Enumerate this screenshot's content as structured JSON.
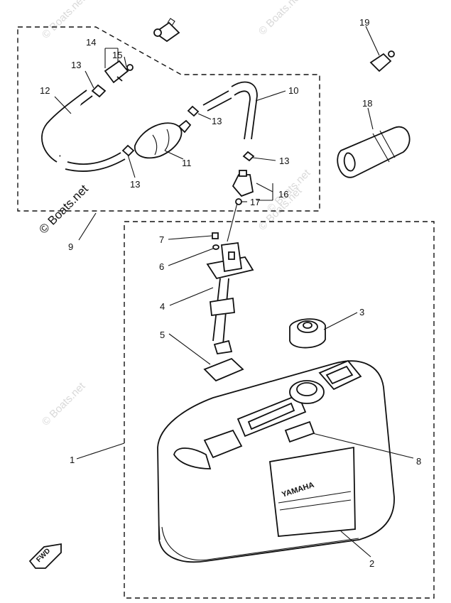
{
  "watermark": "© Boats.net",
  "brand_label": "YAMAHA",
  "direction_label": "FWD",
  "callouts": {
    "p1": "1",
    "p2": "2",
    "p3": "3",
    "p4": "4",
    "p5": "5",
    "p6": "6",
    "p7": "7",
    "p8": "8",
    "p9": "9",
    "p10": "10",
    "p11": "11",
    "p12": "12",
    "p13a": "13",
    "p13b": "13",
    "p13c": "13",
    "p13d": "13",
    "p14": "14",
    "p15": "15",
    "p16": "16",
    "p17": "17",
    "p18": "18",
    "p19": "19"
  }
}
